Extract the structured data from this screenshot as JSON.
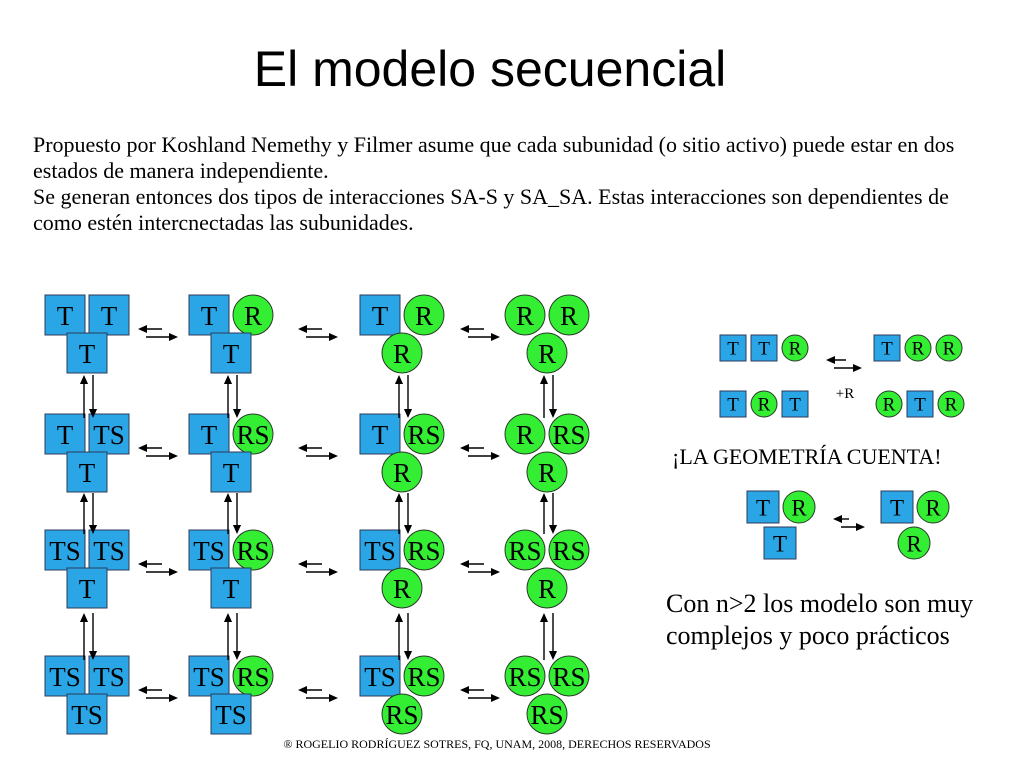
{
  "title": "El modelo secuencial",
  "intro": {
    "p1": "Propuesto por Koshland Nemethy y Filmer asume que cada subunidad (o sitio activo) puede estar en dos estados de manera independiente.",
    "p2": "Se generan entonces dos tipos de interacciones SA-S y SA_SA. Estas interacciones son dependientes  de como estén intercnectadas las subunidades."
  },
  "colors": {
    "square": "#2aa6e6",
    "circle": "#33ee33"
  },
  "grid": {
    "rows": [
      [
        [
          "T",
          "T",
          "T"
        ],
        [
          "T",
          "R",
          "T"
        ],
        [
          "T",
          "R",
          "R"
        ],
        [
          "R",
          "R",
          "R"
        ]
      ],
      [
        [
          "T",
          "TS",
          "T"
        ],
        [
          "T",
          "RS",
          "T"
        ],
        [
          "T",
          "RS",
          "R"
        ],
        [
          "R",
          "RS",
          "R"
        ]
      ],
      [
        [
          "TS",
          "TS",
          "T"
        ],
        [
          "TS",
          "RS",
          "T"
        ],
        [
          "TS",
          "RS",
          "R"
        ],
        [
          "RS",
          "RS",
          "R"
        ]
      ],
      [
        [
          "TS",
          "TS",
          "TS"
        ],
        [
          "TS",
          "RS",
          "TS"
        ],
        [
          "TS",
          "RS",
          "RS"
        ],
        [
          "RS",
          "RS",
          "RS"
        ]
      ]
    ]
  },
  "side": {
    "linear_left_top": [
      "T",
      "T",
      "R"
    ],
    "linear_left_bottom": [
      "T",
      "R",
      "T"
    ],
    "linear_right_top": [
      "T",
      "R",
      "R"
    ],
    "linear_right_bottom": [
      "R",
      "T",
      "R"
    ],
    "plus_label": "+R",
    "tri_left": [
      "T",
      "R",
      "T"
    ],
    "tri_right": [
      "T",
      "R",
      "R"
    ]
  },
  "geometry_note": "¡LA GEOMETRÍA CUENTA!",
  "conclusion": "Con n>2 los modelo son muy complejos y poco prácticos",
  "footer": "® ROGELIO RODRÍGUEZ SOTRES, FQ, UNAM, 2008, DERECHOS RESERVADOS"
}
